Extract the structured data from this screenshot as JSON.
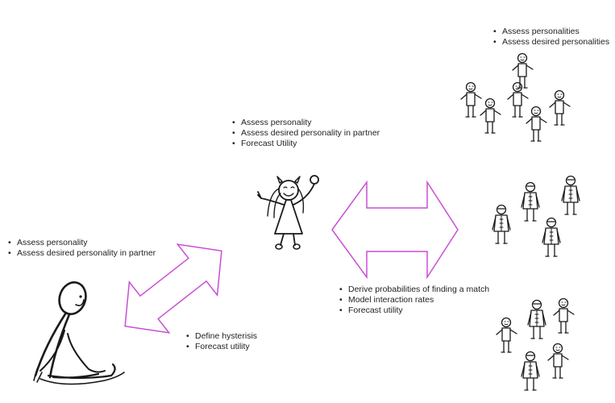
{
  "colors": {
    "arrow_stroke": "#c94fd3",
    "ink": "#1a1a1a"
  },
  "icons": [
    "sitting-stick-figure-icon",
    "girl-stick-figure-icon",
    "group-stick-figures-icon",
    "double-arrow-icon"
  ],
  "lists": {
    "top_right": [
      "Assess personalities",
      "Assess desired personalities"
    ],
    "center": [
      "Assess personality",
      "Assess desired personality in partner",
      "Forecast Utility"
    ],
    "left": [
      "Assess personality",
      "Assess desired personality in partner"
    ],
    "lower_left_mid": [
      "Define hysterisis",
      "Forecast utility"
    ],
    "lower_mid": [
      "Derive probabilities of finding a match",
      "Model interaction rates",
      "Forecast utility"
    ]
  }
}
